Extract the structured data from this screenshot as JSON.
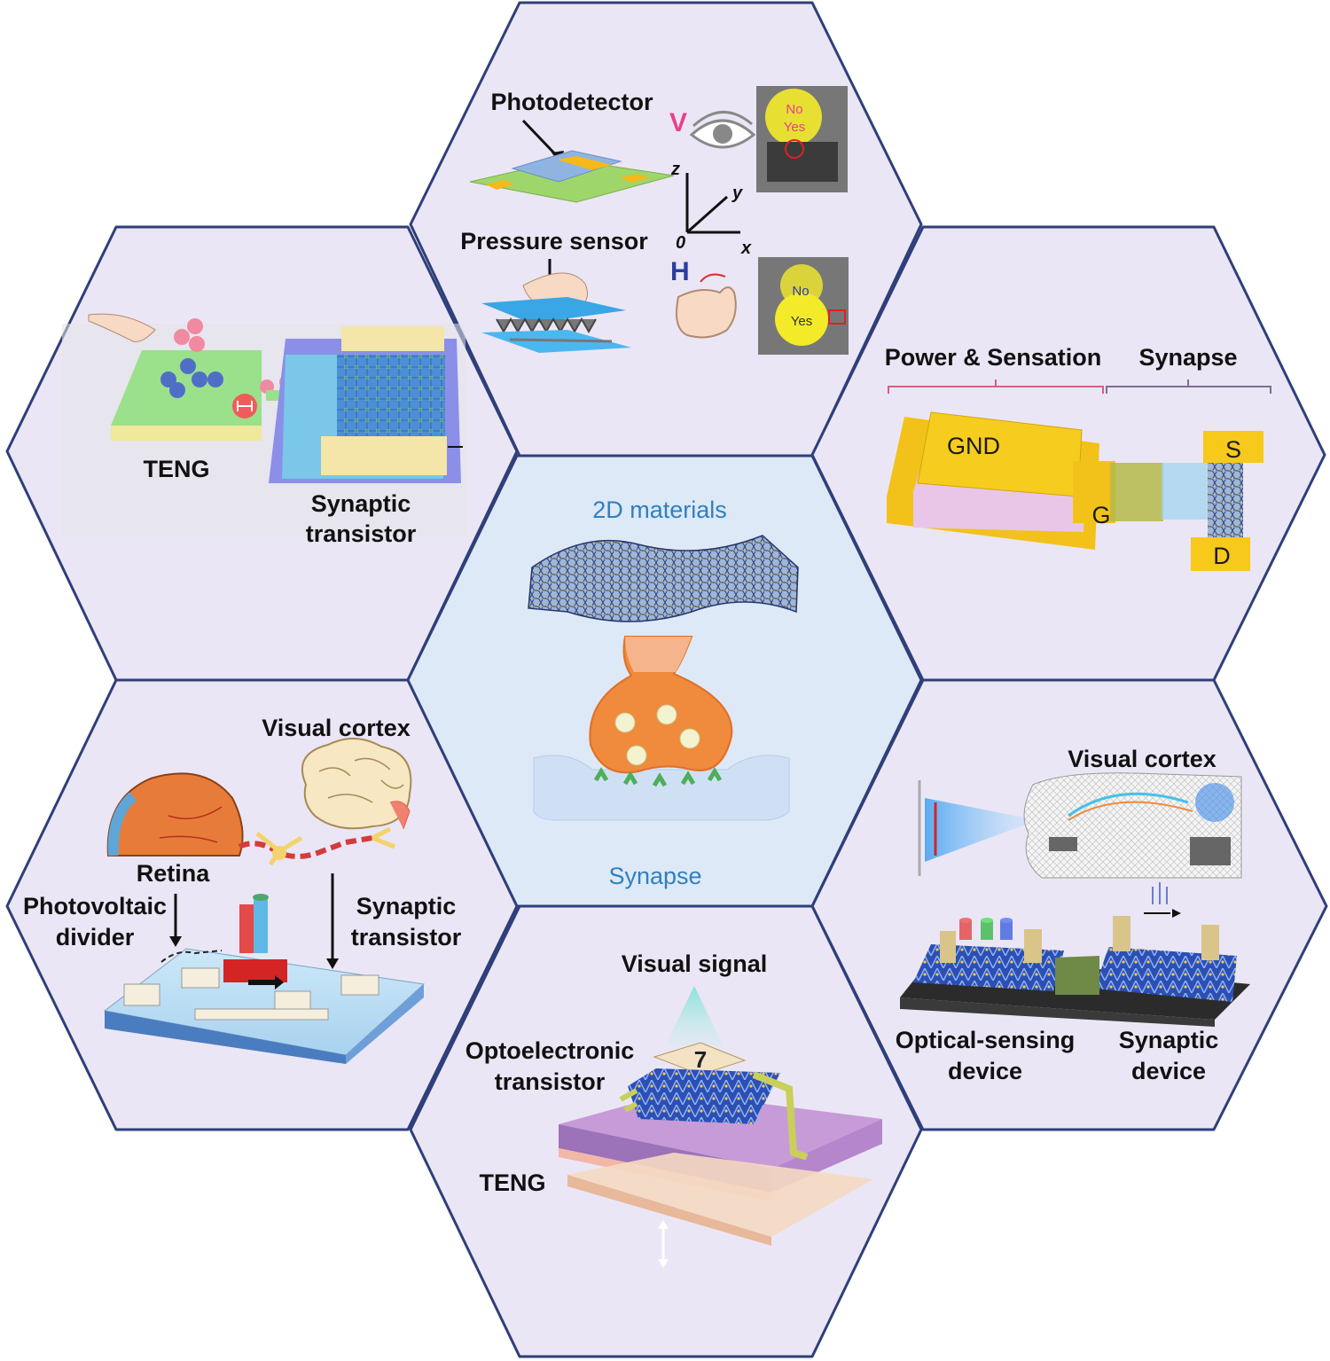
{
  "colors": {
    "hex_fill": "#ebe6f5",
    "center_fill": "#dde9f6",
    "hex_stroke": "#2e3f7a",
    "center_text": "#2f7fc1",
    "electrode": "#f6c91a",
    "letter_v": "#e8418b",
    "letter_h": "#2b3da0"
  },
  "center": {
    "top_label": "2D materials",
    "bottom_label": "Synapse"
  },
  "top": {
    "photodetector": "Photodetector",
    "pressure_sensor": "Pressure sensor",
    "letter_v": "V",
    "letter_h": "H",
    "axis_z": "z",
    "axis_y": "y",
    "axis_x": "x",
    "axis_origin": "0",
    "inset1_no": "No",
    "inset1_yes": "Yes",
    "inset2_no": "No",
    "inset2_yes": "Yes"
  },
  "upper_left": {
    "teng": "TENG",
    "synaptic_line1": "Synaptic",
    "synaptic_line2": "transistor"
  },
  "upper_right": {
    "power_sensation": "Power & Sensation",
    "synapse": "Synapse",
    "gnd": "GND",
    "g": "G",
    "s": "S",
    "d": "D"
  },
  "lower_left": {
    "visual_cortex": "Visual cortex",
    "retina": "Retina",
    "photovoltaic_line1": "Photovoltaic",
    "photovoltaic_line2": "divider",
    "synaptic_line1": "Synaptic",
    "synaptic_line2": "transistor"
  },
  "bottom": {
    "visual_signal": "Visual signal",
    "opto_line1": "Optoelectronic",
    "opto_line2": "transistor",
    "teng": "TENG",
    "digit": "7"
  },
  "lower_right": {
    "visual_cortex": "Visual cortex",
    "optical_line1": "Optical-sensing",
    "optical_line2": "device",
    "synaptic_line1": "Synaptic",
    "synaptic_line2": "device"
  }
}
